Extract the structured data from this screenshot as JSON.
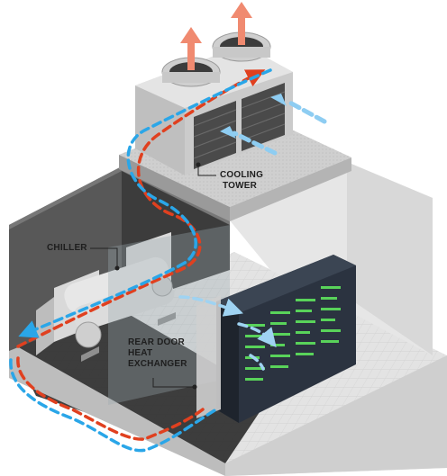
{
  "labels": {
    "cooling_tower": [
      "COOLING",
      "TOWER"
    ],
    "chiller": "CHILLER",
    "rear_door_heat_exchanger": [
      "REAR DOOR",
      "HEAT",
      "EXCHANGER"
    ]
  },
  "colors": {
    "hot_flow": "#e0401f",
    "cold_flow": "#2aa6e8",
    "exhaust_arrow": "#f08a70",
    "server_led": "#59d35a",
    "server_body": "#2b3340",
    "floor": "#d9d9d9",
    "wall_dark": "#4a4a4a",
    "wall_light": "#e9e9e9"
  },
  "icons": [
    "exhaust-arrow-icon",
    "flow-arrow-icon"
  ]
}
